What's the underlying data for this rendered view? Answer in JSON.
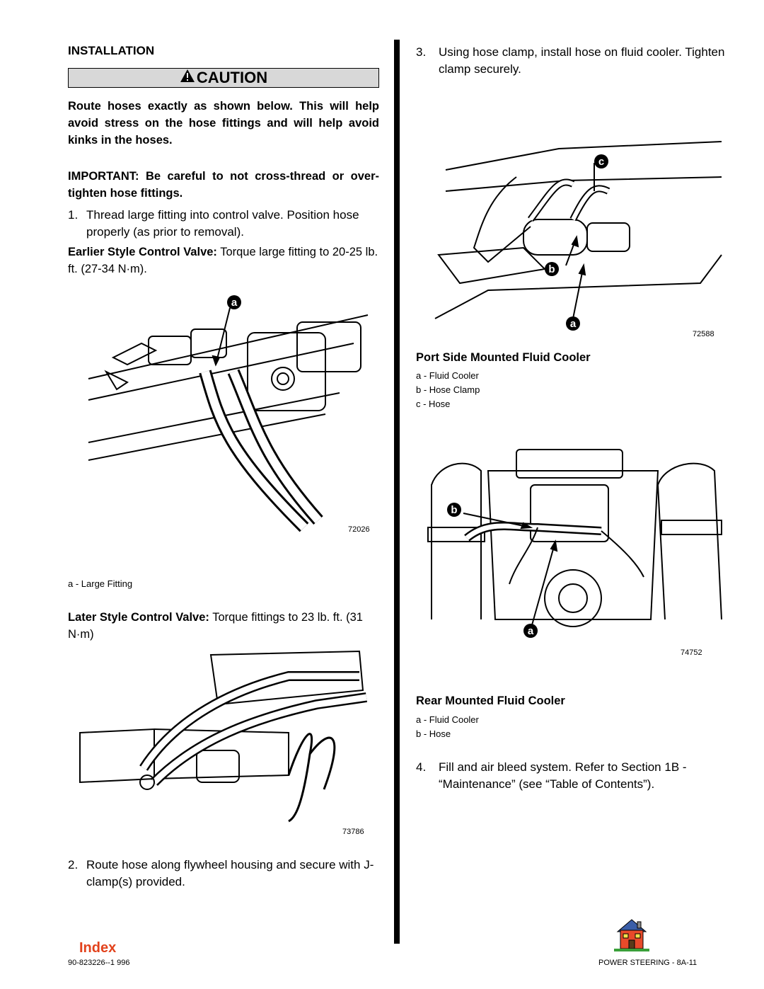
{
  "left": {
    "installation_heading": "INSTALLATION",
    "caution_label": "CAUTION",
    "caution_text": "Route hoses exactly as shown below. This will help avoid stress on the hose fittings and will help avoid kinks in the hoses.",
    "important_text": "IMPORTANT: Be careful to not cross-thread or over-tighten hose fittings.",
    "step1_num": "1.",
    "step1_text": "Thread large fitting into control valve. Position hose properly (as prior to removal).",
    "earlier_label": "Earlier Style Control Valve:",
    "earlier_text": " Torque large fitting to 20-25 lb. ft. (27-34 N·m).",
    "fig1_callout": "a",
    "fig1_number": "72026",
    "fig1_legend": "a - Large Fitting",
    "later_label": "Later Style Control Valve:",
    "later_text": " Torque fittings to 23 lb. ft. (31 N·m)",
    "fig2_number": "73786",
    "step2_num": "2.",
    "step2_text": "Route hose along flywheel housing and secure with J-clamp(s) provided."
  },
  "right": {
    "step3_num": "3.",
    "step3_text": "Using hose clamp, install hose on fluid cooler. Tighten clamp securely.",
    "fig3_callouts": [
      "c",
      "b",
      "a"
    ],
    "fig3_number": "72588",
    "fig3_title": "Port Side Mounted Fluid Cooler",
    "fig3_legend": [
      "a - Fluid Cooler",
      "b - Hose Clamp",
      "c - Hose"
    ],
    "fig4_callouts": [
      "b",
      "a"
    ],
    "fig4_number": "74752",
    "fig4_title": "Rear Mounted Fluid Cooler",
    "fig4_legend": [
      "a - Fluid Cooler",
      "b - Hose"
    ],
    "step4_num": "4.",
    "step4_text": "Fill and air bleed system. Refer to Section 1B - “Maintenance” (see “Table of Contents”)."
  },
  "footer": {
    "index_link": "Index",
    "doc_number": "90-823226--1 996",
    "page_label": "POWER STEERING - 8A-11"
  },
  "icons": [
    "warning-triangle-icon",
    "house-icon"
  ]
}
